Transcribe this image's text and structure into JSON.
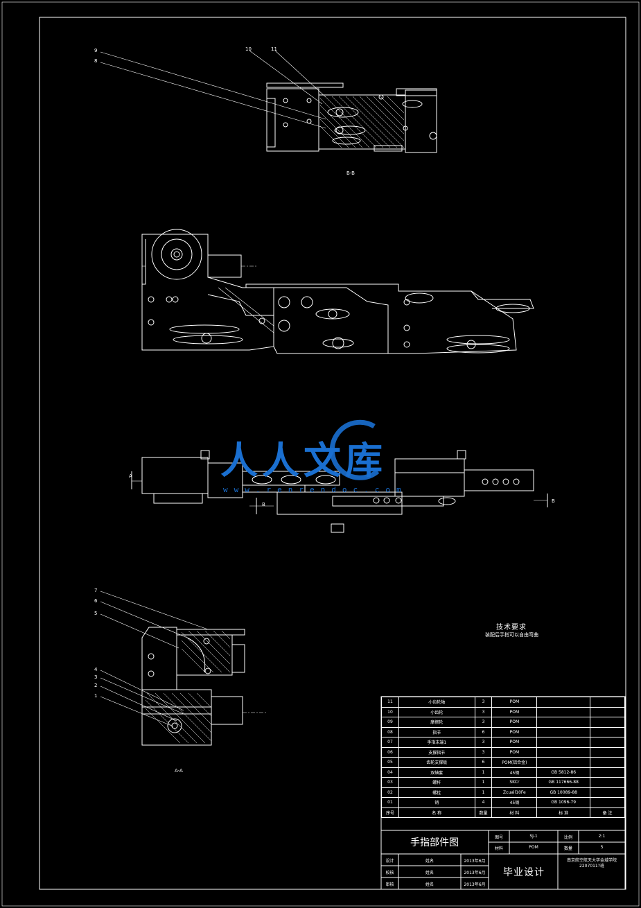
{
  "views": {
    "bb_label": "B-B",
    "aa_label": "A-A",
    "section_marks": [
      "A",
      "B",
      "B"
    ],
    "balloons_top": [
      "9",
      "8",
      "10",
      "11"
    ],
    "balloons_bottom": [
      "7",
      "6",
      "5",
      "4",
      "3",
      "2",
      "1"
    ]
  },
  "tech": {
    "title": "技术要求",
    "note": "装配后手指可以自由弯曲"
  },
  "watermark": {
    "text": "人人文库",
    "url": "www.renrendoc.com"
  },
  "bom": {
    "rows": [
      {
        "no": "11",
        "name": "小齿轮轴",
        "qty": "3",
        "material": "POM",
        "standard": "",
        "note": ""
      },
      {
        "no": "10",
        "name": "小齿轮",
        "qty": "3",
        "material": "POM",
        "standard": "",
        "note": ""
      },
      {
        "no": "09",
        "name": "摩擦轮",
        "qty": "3",
        "material": "POM",
        "standard": "",
        "note": ""
      },
      {
        "no": "08",
        "name": "指节",
        "qty": "6",
        "material": "POM",
        "standard": "",
        "note": ""
      },
      {
        "no": "07",
        "name": "手指末端1",
        "qty": "3",
        "material": "POM",
        "standard": "",
        "note": ""
      },
      {
        "no": "06",
        "name": "支撑指节",
        "qty": "3",
        "material": "POM",
        "standard": "",
        "note": ""
      },
      {
        "no": "05",
        "name": "齿轮支撑板",
        "qty": "6",
        "material": "POM(铝合金)",
        "standard": "",
        "note": ""
      },
      {
        "no": "04",
        "name": "双轴套",
        "qty": "1",
        "material": "45钢",
        "standard": "GB 5812-86",
        "note": ""
      },
      {
        "no": "03",
        "name": "螺杆",
        "qty": "1",
        "material": "SKCr",
        "standard": "GB 117666-88",
        "note": ""
      },
      {
        "no": "02",
        "name": "螺栓",
        "qty": "1",
        "material": "Zcuall10Fe",
        "standard": "GB 10089-88",
        "note": ""
      },
      {
        "no": "01",
        "name": "销",
        "qty": "4",
        "material": "45钢",
        "standard": "GB 1096-79",
        "note": ""
      }
    ],
    "header": {
      "no": "序号",
      "name": "名 称",
      "qty": "数量",
      "material": "材 料",
      "standard": "标 准",
      "note": "备 注"
    }
  },
  "titleblock": {
    "drawing_title": "手指部件图",
    "drawing_no_label": "图号",
    "drawing_no": "SJ-1",
    "scale_label": "比例",
    "scale": "2:1",
    "material_label": "材料",
    "material": "POM",
    "qty_label": "数量",
    "qty": "5",
    "rows": [
      {
        "role": "设计",
        "name": "姓名",
        "date": "2013年6月"
      },
      {
        "role": "校核",
        "name": "姓名",
        "date": "2013年6月"
      },
      {
        "role": "审核",
        "name": "姓名",
        "date": "2013年6月"
      }
    ],
    "project": "毕业设计",
    "school": "南京航空航天大学金城学院",
    "class_no": "2207011?班"
  }
}
